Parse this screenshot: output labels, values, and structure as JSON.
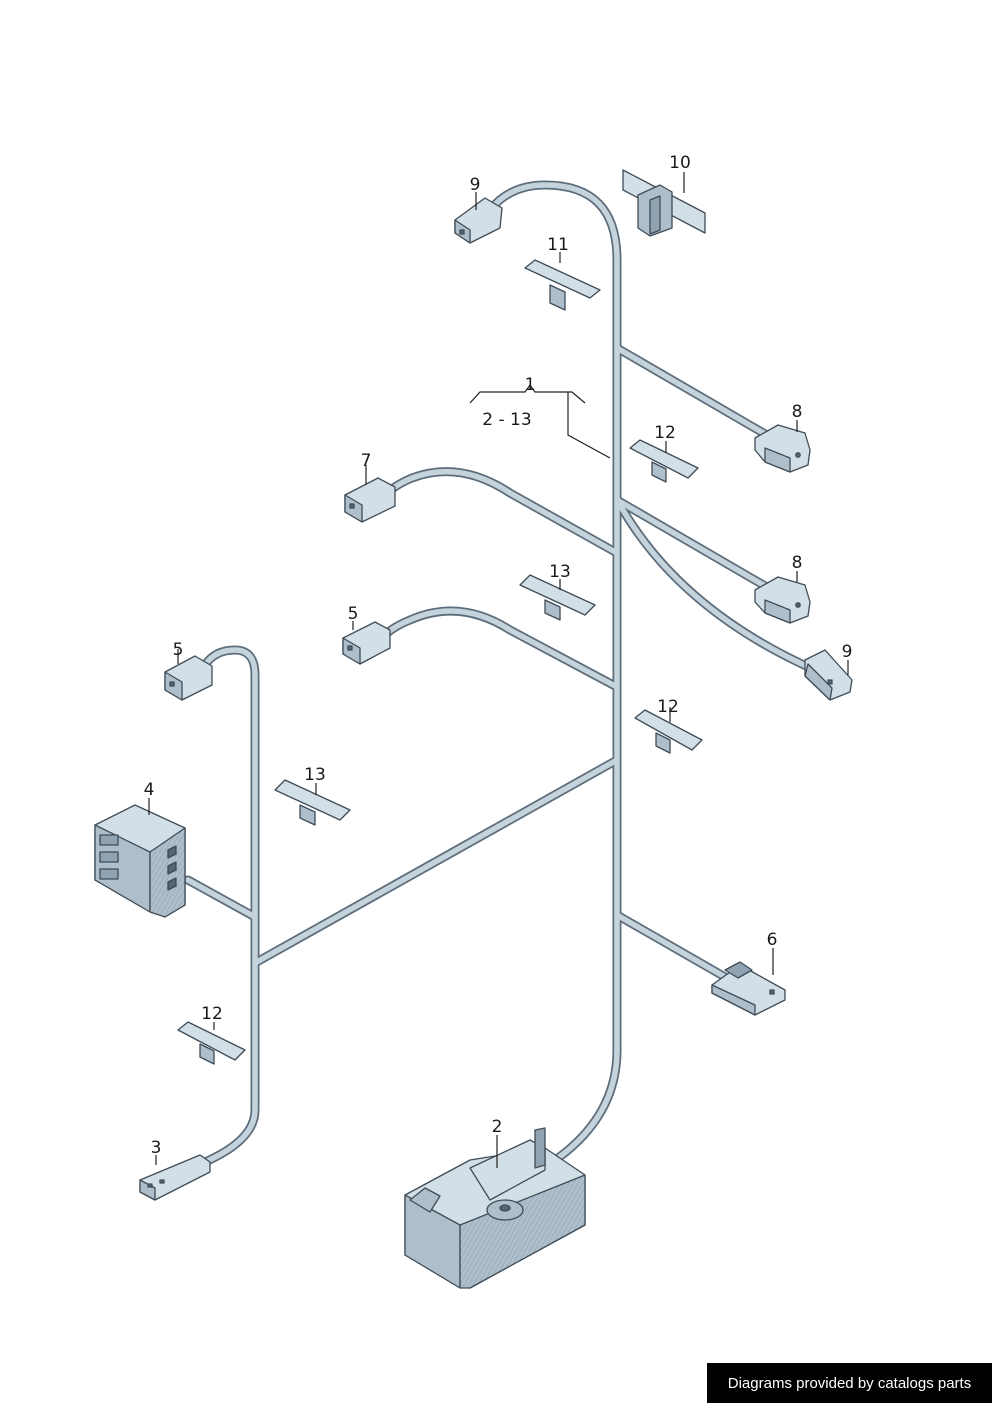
{
  "diagram": {
    "callouts": [
      {
        "id": "c1",
        "text": "1"
      },
      {
        "id": "c2",
        "text": "2"
      },
      {
        "id": "c3",
        "text": "3"
      },
      {
        "id": "c4",
        "text": "4"
      },
      {
        "id": "c5a",
        "text": "5"
      },
      {
        "id": "c5b",
        "text": "5"
      },
      {
        "id": "c6",
        "text": "6"
      },
      {
        "id": "c7",
        "text": "7"
      },
      {
        "id": "c8a",
        "text": "8"
      },
      {
        "id": "c8b",
        "text": "8"
      },
      {
        "id": "c9a",
        "text": "9"
      },
      {
        "id": "c9b",
        "text": "9"
      },
      {
        "id": "c10",
        "text": "10"
      },
      {
        "id": "c11",
        "text": "11"
      },
      {
        "id": "c12a",
        "text": "12"
      },
      {
        "id": "c12b",
        "text": "12"
      },
      {
        "id": "c12c",
        "text": "12"
      },
      {
        "id": "c13a",
        "text": "13"
      },
      {
        "id": "c13b",
        "text": "13"
      }
    ],
    "range_label": "2 - 13",
    "colors": {
      "wire_outline": "#5d6d7b",
      "wire_fill": "#c5d3dd",
      "part_light": "#d3dfe7",
      "part_mid": "#aebfcb",
      "part_dark": "#8fa3b2"
    }
  },
  "footer": {
    "text": "Diagrams provided by catalogs parts"
  }
}
